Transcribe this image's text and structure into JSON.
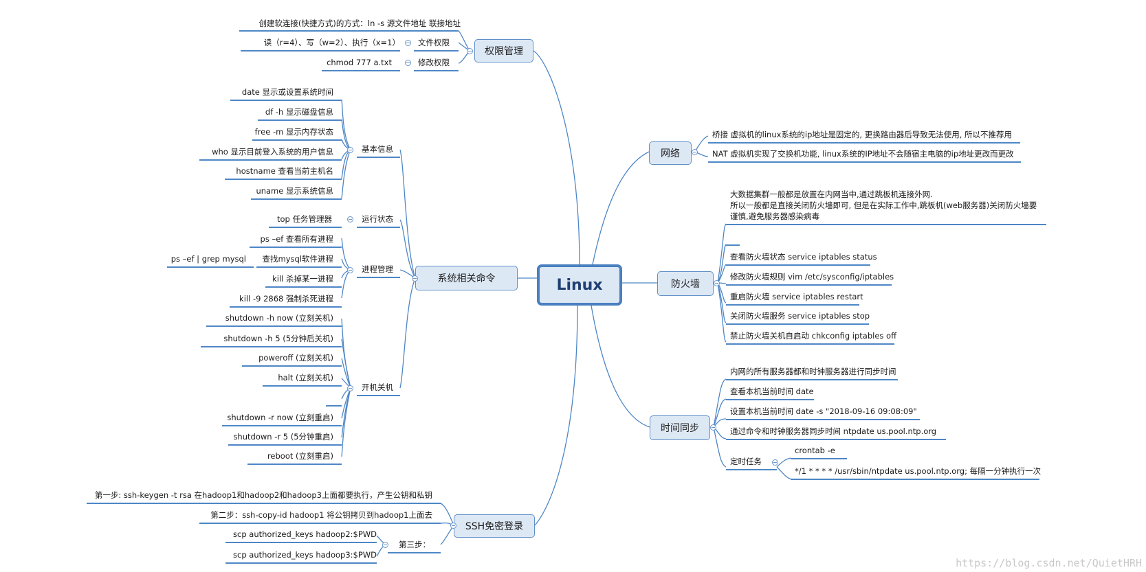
{
  "root": "Linux",
  "topics": {
    "permissions": "权限管理",
    "system": "系统相关命令",
    "ssh": "SSH免密登录",
    "network": "网络",
    "firewall": "防火墙",
    "timesync": "时间同步"
  },
  "permissions": {
    "softlink": "创建软连接(快捷方式)的方式：ln -s 源文件地址 联接地址",
    "file_perm_label": "文件权限",
    "file_perm_value": "读（r=4）、写（w=2）、执行（x=1）",
    "modify_perm_label": "修改权限",
    "modify_perm_value": "chmod 777 a.txt"
  },
  "system": {
    "basic_label": "基本信息",
    "basic_items": [
      "date  显示或设置系统时间",
      "df -h 显示磁盘信息",
      "free -m 显示内存状态",
      "who 显示目前登入系统的用户信息",
      "hostname 查看当前主机名",
      "uname 显示系统信息"
    ],
    "runtime_label": "运行状态",
    "runtime_item": "top 任务管理器",
    "process_label": "进程管理",
    "process_items": [
      "ps –ef   查看所有进程",
      "查找mysql软件进程",
      "kill 杀掉某一进程",
      "kill -9 2868  强制杀死进程"
    ],
    "process_sub": "ps –ef | grep mysql",
    "power_label": "开机关机",
    "power_items": [
      "shutdown -h now    (立刻关机)",
      "shutdown -h 5    (5分钟后关机)",
      "poweroff    (立刻关机)",
      "halt   (立刻关机)",
      "",
      "shutdown -r now (立刻重启)",
      "shutdown -r 5 (5分钟重启)",
      "reboot   (立刻重启)"
    ]
  },
  "ssh": {
    "step1": "第一步: ssh-keygen -t rsa  在hadoop1和hadoop2和hadoop3上面都要执行，产生公钥和私钥",
    "step2": "第二步：ssh-copy-id hadoop1 将公钥拷贝到hadoop1上面去",
    "step3_label": "第三步：",
    "step3_items": [
      "scp authorized_keys hadoop2:$PWD",
      "scp authorized_keys hadoop3:$PWD"
    ]
  },
  "network": {
    "items": [
      "桥接  虚拟机的linux系统的ip地址是固定的, 更换路由器后导致无法使用, 所以不推荐用",
      "NAT 虚拟机实现了交换机功能, linux系统的IP地址不会随宿主电脑的ip地址更改而更改"
    ]
  },
  "firewall": {
    "note_lines": [
      "大数据集群一般都是放置在内网当中,通过跳板机连接外网.",
      "所以一般都是直接关闭防火墙即可, 但是在实际工作中,跳板机(web服务器)关闭防火墙要",
      "谨慎,避免服务器感染病毒"
    ],
    "items": [
      "",
      "查看防火墙状态 service iptables status",
      "修改防火墙规则 vim /etc/sysconfig/iptables",
      "重启防火墙 service iptables restart",
      "关闭防火墙服务 service iptables stop",
      "禁止防火墙关机自启动 chkconfig iptables off"
    ]
  },
  "timesync": {
    "items": [
      "内网的所有服务器都和时钟服务器进行同步时间",
      "查看本机当前时间 date",
      "设置本机当前时间 date -s \"2018-09-16 09:08:09\"",
      "通过命令和时钟服务器同步时间 ntpdate us.pool.ntp.org"
    ],
    "cron_label": "定时任务",
    "cron_items": [
      "crontab -e",
      "*/1 * * * * /usr/sbin/ntpdate us.pool.ntp.org;  每隔一分钟执行一次"
    ]
  },
  "watermark": "https://blog.csdn.net/QuietHRH"
}
